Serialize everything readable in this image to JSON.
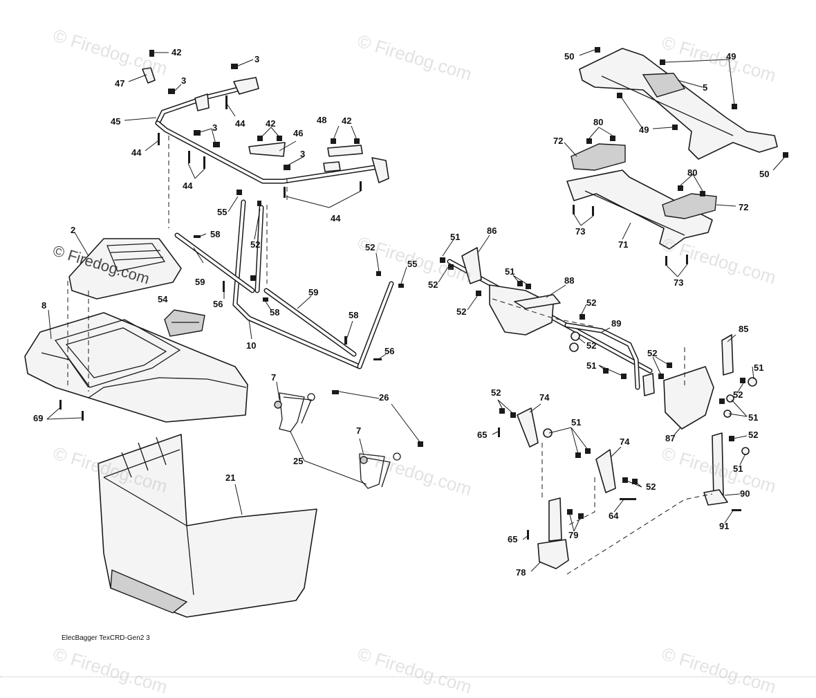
{
  "callouts": [
    {
      "id": "c42a",
      "text": "42"
    },
    {
      "id": "c47",
      "text": "47"
    },
    {
      "id": "c3a",
      "text": "3"
    },
    {
      "id": "c3b",
      "text": "3"
    },
    {
      "id": "c45",
      "text": "45"
    },
    {
      "id": "c44a",
      "text": "44"
    },
    {
      "id": "c44b",
      "text": "44"
    },
    {
      "id": "c3c",
      "text": "3"
    },
    {
      "id": "c44c",
      "text": "44"
    },
    {
      "id": "c42b",
      "text": "42"
    },
    {
      "id": "c46",
      "text": "46"
    },
    {
      "id": "c48",
      "text": "48"
    },
    {
      "id": "c42c",
      "text": "42"
    },
    {
      "id": "c3d",
      "text": "3"
    },
    {
      "id": "c55a",
      "text": "55"
    },
    {
      "id": "c44d",
      "text": "44"
    },
    {
      "id": "c58a",
      "text": "58"
    },
    {
      "id": "c52a",
      "text": "52"
    },
    {
      "id": "c2",
      "text": "2"
    },
    {
      "id": "c59a",
      "text": "59"
    },
    {
      "id": "c56a",
      "text": "56"
    },
    {
      "id": "c58b",
      "text": "58"
    },
    {
      "id": "c59b",
      "text": "59"
    },
    {
      "id": "c52b",
      "text": "52"
    },
    {
      "id": "c55b",
      "text": "55"
    },
    {
      "id": "c54",
      "text": "54"
    },
    {
      "id": "c8",
      "text": "8"
    },
    {
      "id": "c58c",
      "text": "58"
    },
    {
      "id": "c10",
      "text": "10"
    },
    {
      "id": "c56b",
      "text": "56"
    },
    {
      "id": "c7a",
      "text": "7"
    },
    {
      "id": "c26",
      "text": "26"
    },
    {
      "id": "c69",
      "text": "69"
    },
    {
      "id": "c7b",
      "text": "7"
    },
    {
      "id": "c25",
      "text": "25"
    },
    {
      "id": "c21",
      "text": "21"
    },
    {
      "id": "c50a",
      "text": "50"
    },
    {
      "id": "c49a",
      "text": "49"
    },
    {
      "id": "c5",
      "text": "5"
    },
    {
      "id": "c49b",
      "text": "49"
    },
    {
      "id": "c50b",
      "text": "50"
    },
    {
      "id": "c80a",
      "text": "80"
    },
    {
      "id": "c72a",
      "text": "72"
    },
    {
      "id": "c80b",
      "text": "80"
    },
    {
      "id": "c72b",
      "text": "72"
    },
    {
      "id": "c73a",
      "text": "73"
    },
    {
      "id": "c71",
      "text": "71"
    },
    {
      "id": "c73b",
      "text": "73"
    },
    {
      "id": "c51a",
      "text": "51"
    },
    {
      "id": "c86",
      "text": "86"
    },
    {
      "id": "c52c",
      "text": "52"
    },
    {
      "id": "c51b",
      "text": "51"
    },
    {
      "id": "c88",
      "text": "88"
    },
    {
      "id": "c52d",
      "text": "52"
    },
    {
      "id": "c52e",
      "text": "52"
    },
    {
      "id": "c89",
      "text": "89"
    },
    {
      "id": "c52f",
      "text": "52"
    },
    {
      "id": "c51c",
      "text": "51"
    },
    {
      "id": "c85",
      "text": "85"
    },
    {
      "id": "c52g",
      "text": "52"
    },
    {
      "id": "c51d",
      "text": "51"
    },
    {
      "id": "c52h",
      "text": "52"
    },
    {
      "id": "c51e",
      "text": "51"
    },
    {
      "id": "c52i",
      "text": "52"
    },
    {
      "id": "c74a",
      "text": "74"
    },
    {
      "id": "c65a",
      "text": "65"
    },
    {
      "id": "c51f",
      "text": "51"
    },
    {
      "id": "c87",
      "text": "87"
    },
    {
      "id": "c52j",
      "text": "52"
    },
    {
      "id": "c74b",
      "text": "74"
    },
    {
      "id": "c51g",
      "text": "51"
    },
    {
      "id": "c52k",
      "text": "52"
    },
    {
      "id": "c64",
      "text": "64"
    },
    {
      "id": "c90",
      "text": "90"
    },
    {
      "id": "c79",
      "text": "79"
    },
    {
      "id": "c65b",
      "text": "65"
    },
    {
      "id": "c91",
      "text": "91"
    },
    {
      "id": "c78",
      "text": "78"
    }
  ],
  "watermark_text": "© Firedog.com",
  "footer_text": "ElecBagger  TexCRD-Gen2  3"
}
